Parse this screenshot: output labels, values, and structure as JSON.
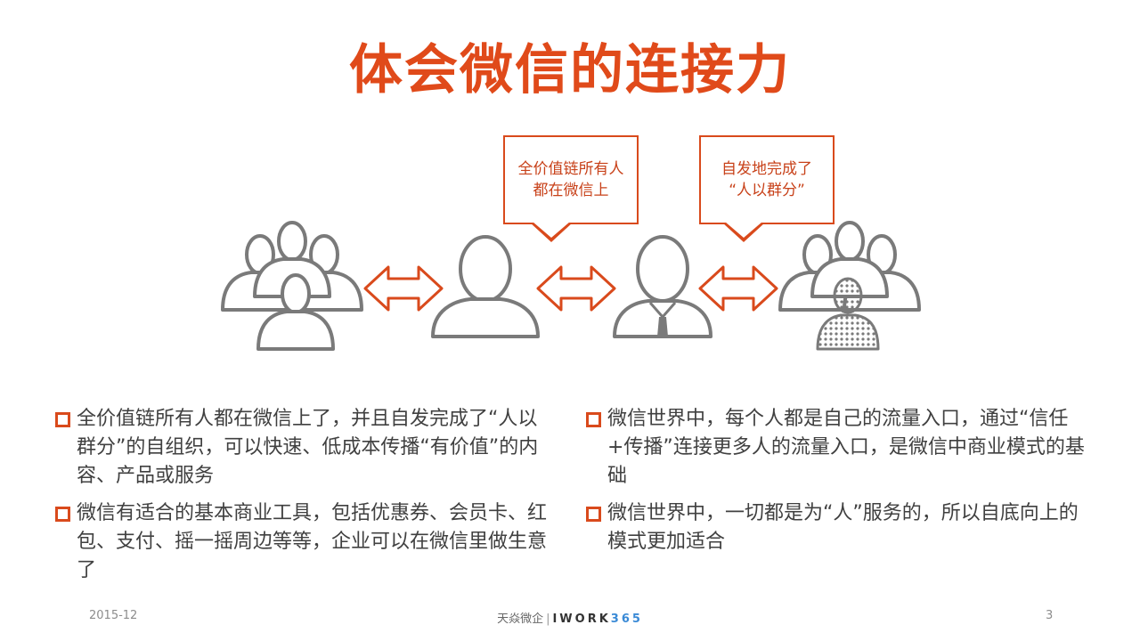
{
  "title": "体会微信的连接力",
  "callouts": [
    {
      "lines": [
        "全价值链所有人",
        "都在微信上"
      ]
    },
    {
      "lines": [
        "自发地完成了",
        "“人以群分”"
      ]
    }
  ],
  "bullets_left": [
    "全价值链所有人都在微信上了，并且自发完成了“人以群分”的自组织，可以快速、低成本传播“有价值”的内容、产品或服务",
    "微信有适合的基本商业工具，包括优惠券、会员卡、红包、支付、摇一摇周边等等，企业可以在微信里做生意了"
  ],
  "bullets_right": [
    "微信世界中，每个人都是自己的流量入口，通过“信任+传播”连接更多人的流量入口，是微信中商业模式的基础",
    "微信世界中，一切都是为“人”服务的，所以自底向上的模式更加适合"
  ],
  "footer": {
    "date": "2015-12",
    "brand_cn": "天焱微企",
    "brand_sep": "|",
    "brand_en": "IWORK",
    "brand_num": "365",
    "page": "3"
  },
  "colors": {
    "accent": "#d94a1c",
    "title": "#e04a1a",
    "icon_stroke": "#7a7a7a",
    "text": "#404040"
  }
}
